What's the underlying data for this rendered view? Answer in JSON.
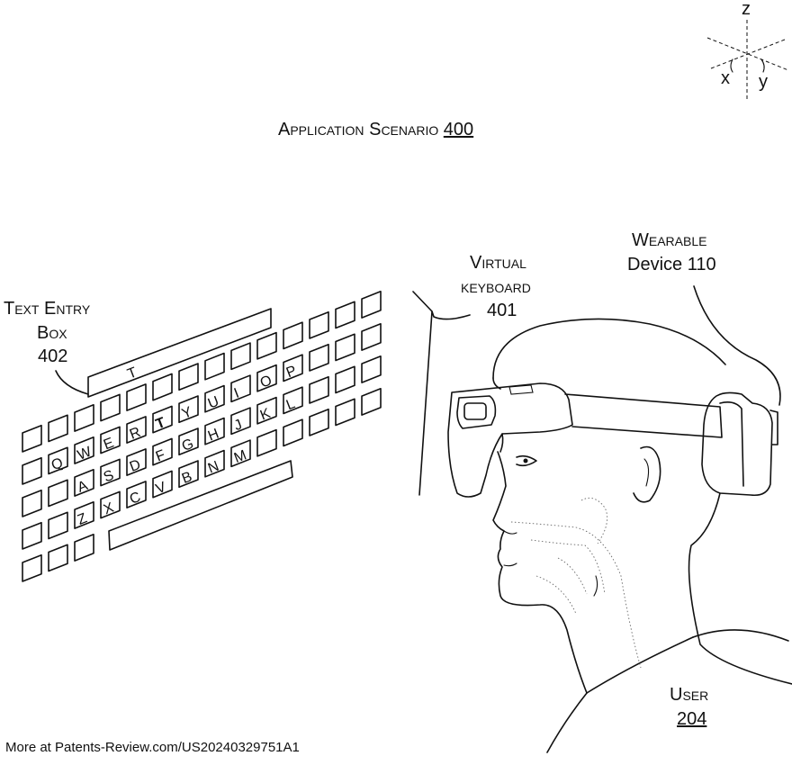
{
  "axes": {
    "z": "z",
    "x": "x",
    "y": "y"
  },
  "title": {
    "text": "Application Scenario ",
    "number": "400"
  },
  "labels": {
    "text_entry": {
      "line1": "Text Entry",
      "line2": "Box",
      "number": "402"
    },
    "virtual_keyboard": {
      "line1": "Virtual",
      "line2": "keyboard",
      "number": "401"
    },
    "wearable": {
      "line1": "Wearable",
      "line2": "Device 110"
    },
    "user": {
      "line1": "User",
      "number": "204"
    }
  },
  "text_entry_value": "T",
  "keyboard": {
    "row1": [
      "Q",
      "W",
      "E",
      "R",
      "T",
      "Y",
      "U",
      "I",
      "O",
      "P"
    ],
    "row2": [
      "A",
      "S",
      "D",
      "F",
      "G",
      "H",
      "J",
      "K",
      "L"
    ],
    "row3": [
      "Z",
      "X",
      "C",
      "V",
      "B",
      "N",
      "M"
    ],
    "highlighted_key": "T"
  },
  "footer": "More at Patents-Review.com/US20240329751A1"
}
